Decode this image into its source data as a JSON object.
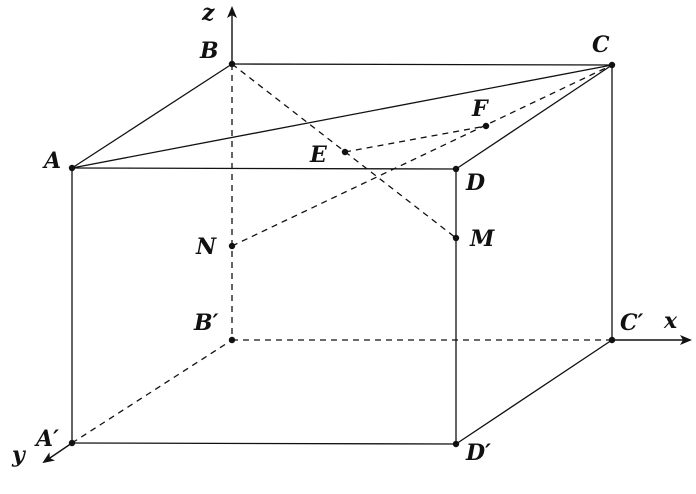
{
  "labels": {
    "A": "A",
    "B": "B",
    "C": "C",
    "D": "D",
    "A1": "A′",
    "B1": "B′",
    "C1": "C′",
    "D1": "D′",
    "E": "E",
    "F": "F",
    "M": "M",
    "N": "N",
    "x": "x",
    "y": "y",
    "z": "z"
  },
  "colors": {
    "ink": "#111111",
    "background": "#ffffff"
  }
}
